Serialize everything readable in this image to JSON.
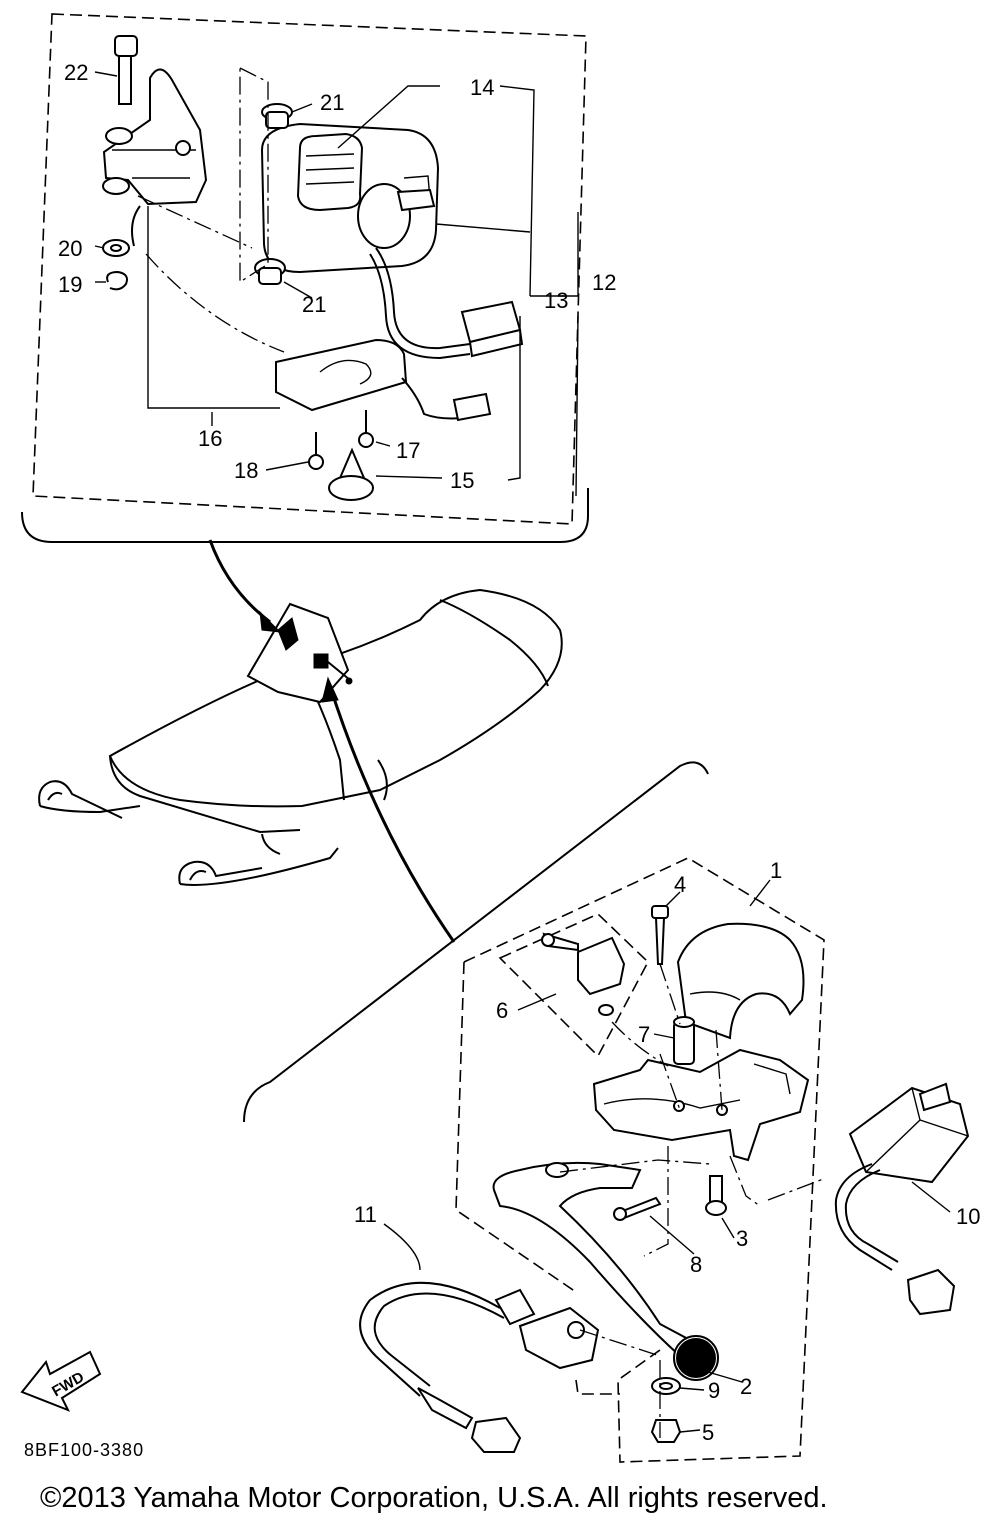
{
  "callouts": {
    "c1": "1",
    "c2": "2",
    "c3": "3",
    "c4": "4",
    "c5": "5",
    "c6": "6",
    "c7": "7",
    "c8": "8",
    "c9": "9",
    "c10": "10",
    "c11": "11",
    "c12": "12",
    "c13": "13",
    "c14": "14",
    "c15": "15",
    "c16": "16",
    "c17": "17",
    "c18": "18",
    "c19": "19",
    "c20": "20",
    "c21a": "21",
    "c21b": "21",
    "c22": "22"
  },
  "fwd_label": "FWD",
  "drawing_code": "8BF100-3380",
  "copyright": "©2013 Yamaha Motor Corporation, U.S.A. All rights reserved."
}
